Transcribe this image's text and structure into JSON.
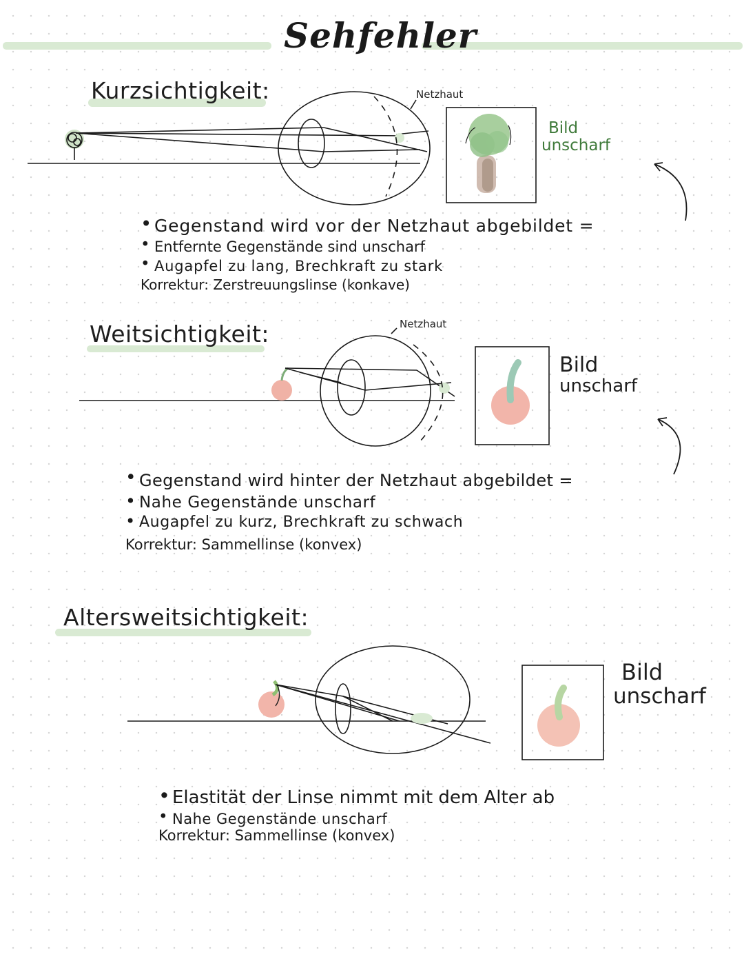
{
  "title": "Sehfehler",
  "accent": "#d9ead3",
  "sections": [
    {
      "heading": "Kurzsichtigkeit:",
      "retina_label": "Netzhaut",
      "image_label_line1": "Bild",
      "image_label_line2": "unscharf",
      "object_icon": "tree-icon",
      "bullets": [
        "Gegenstand wird  vor  der Netzhaut abgebildet =",
        "Entfernte Gegenstände sind unscharf",
        "Augapfel zu lang, Brechkraft zu stark"
      ],
      "korrektur": "Korrektur: Zerstreuungslinse (konkave)"
    },
    {
      "heading": "Weitsichtigkeit:",
      "retina_label": "Netzhaut",
      "image_label_line1": "Bild",
      "image_label_line2": "unscharf",
      "object_icon": "cherry-icon",
      "bullets": [
        "Gegenstand wird hinter der Netzhaut abgebildet =",
        "Nahe  Gegenstände unscharf",
        "Augapfel zu kurz, Brechkraft zu schwach"
      ],
      "korrektur": "Korrektur: Sammellinse (konvex)"
    },
    {
      "heading": "Altersweitsichtigkeit:",
      "image_label_line1": "Bild",
      "image_label_line2": "unscharf",
      "object_icon": "cherry-icon",
      "bullets": [
        "Elastität der Linse nimmt mit dem Alter ab",
        "Nahe Gegenstände unscharf"
      ],
      "korrektur": "Korrektur: Sammellinse (konvex)"
    }
  ]
}
